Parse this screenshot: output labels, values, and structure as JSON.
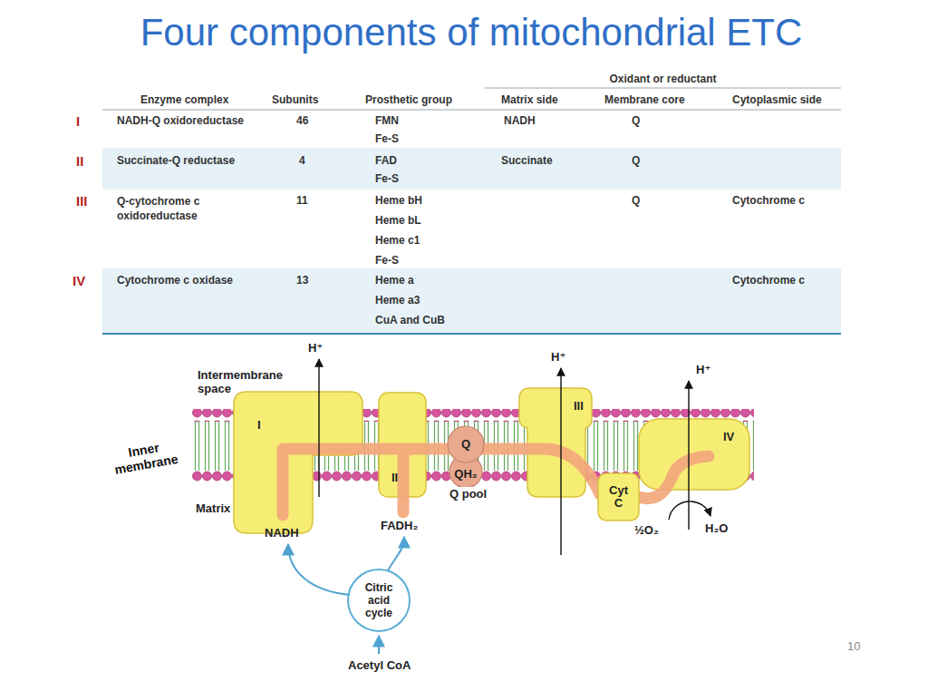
{
  "diagram": {
    "title": "Four components of mitochondrial ETC",
    "nodes": [
      {
        "text": [
          "I"
        ]
      },
      {
        "text": [
          "II"
        ]
      },
      {
        "text": [
          "Q"
        ]
      },
      {
        "text": [
          "QH₂"
        ]
      },
      {
        "text": [
          "III"
        ]
      },
      {
        "text": [
          "Cyt C"
        ]
      },
      {
        "text": [
          "IV"
        ]
      },
      {
        "text": [
          "Citric acid cycle"
        ]
      }
    ],
    "labels": [
      "Oxidant or reductant",
      "Enzyme complex",
      "Subunits",
      "Prosthetic group",
      "Matrix side",
      "Membrane core",
      "Cytoplasmic side",
      "I",
      "NADH-Q oxidoreductase",
      "46",
      "FMN",
      "Fe-S",
      "NADH",
      "Q",
      "II",
      "Succinate-Q reductase",
      "4",
      "FAD",
      "Fe-S",
      "Succinate",
      "Q",
      "III",
      "Q-cytochrome c oxidoreductase",
      "11",
      "Heme bH",
      "Heme bL",
      "Heme c1",
      "Fe-S",
      "Q",
      "Cytochrome c",
      "IV",
      "Cytochrome c oxidase",
      "13",
      "Heme a",
      "Heme a3",
      "CuA and CuB",
      "Cytochrome c",
      "H⁺",
      "Intermembrane space",
      "H⁺",
      "H⁺",
      "Inner membrane",
      "Matrix",
      "NADH",
      "FADH₂",
      "Q pool",
      "½O₂",
      "H₂O",
      "Acetyl CoA",
      "10"
    ]
  }
}
